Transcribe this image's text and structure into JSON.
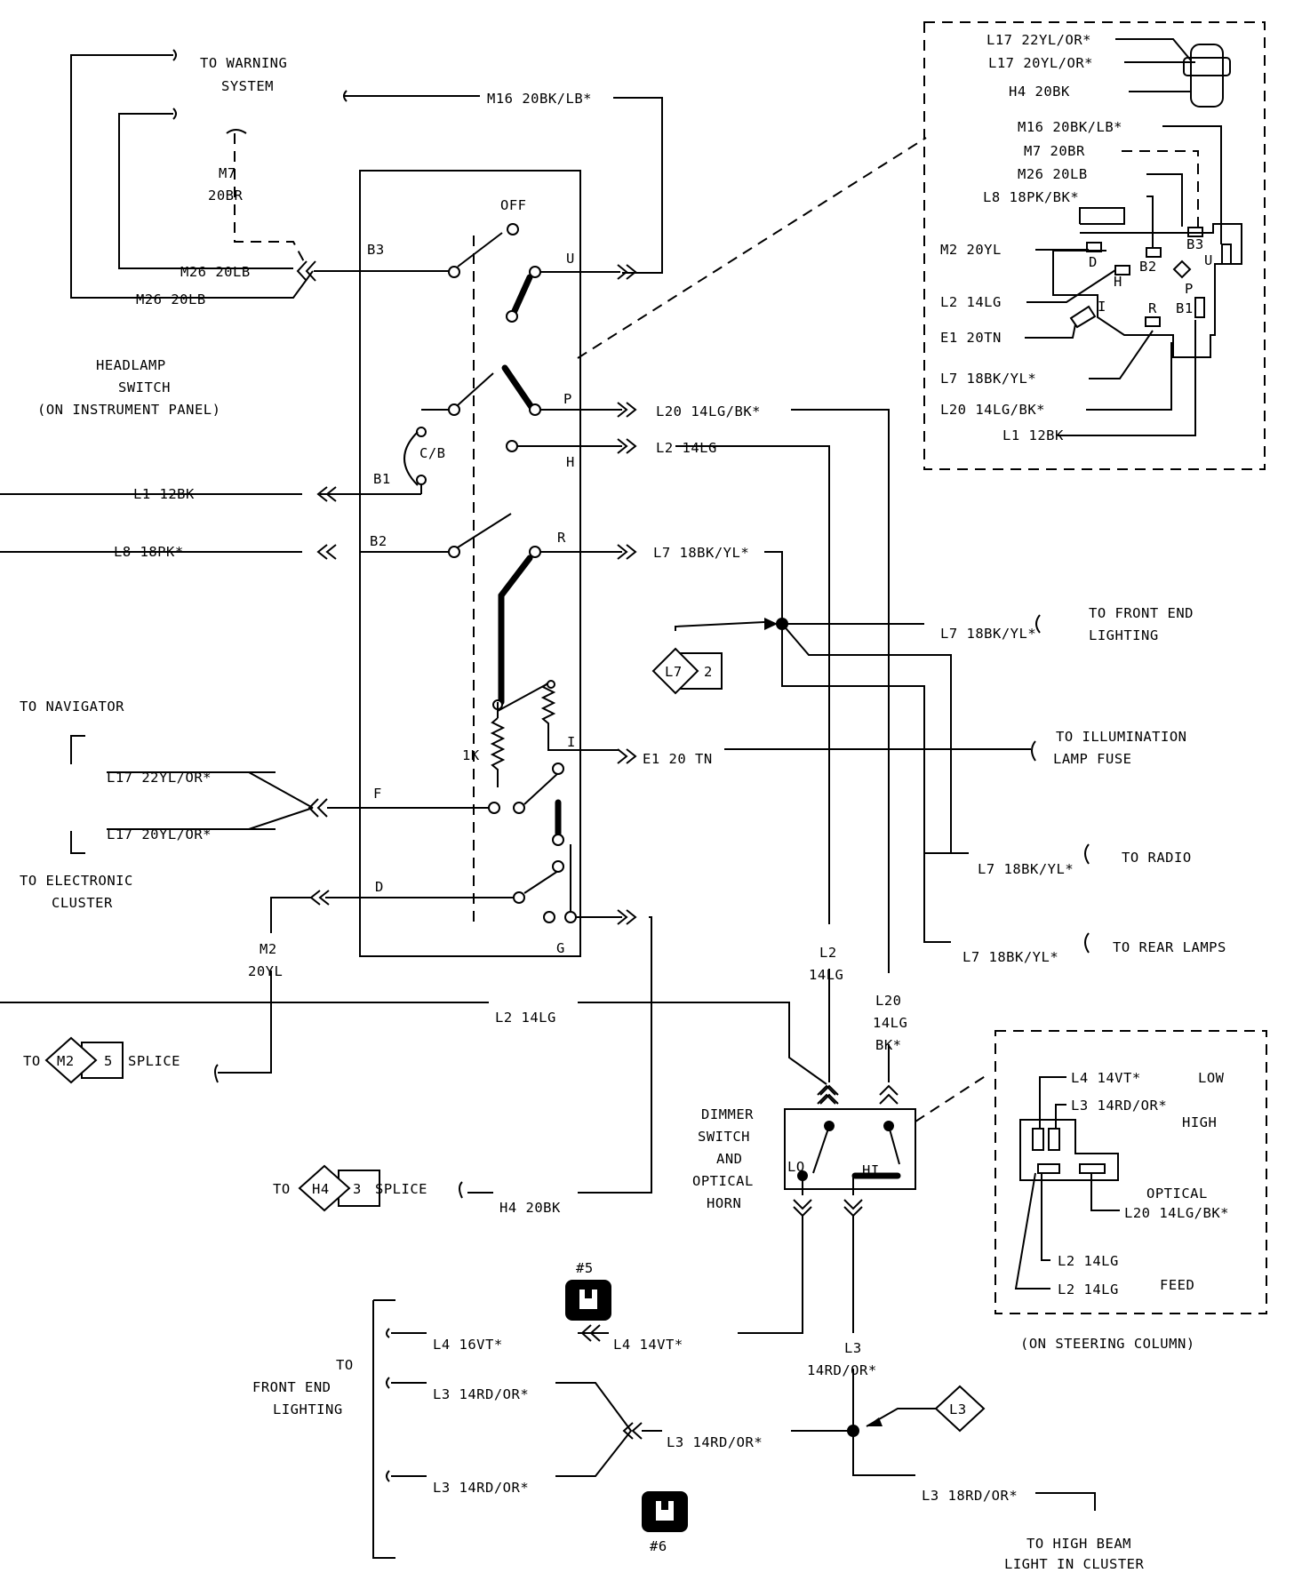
{
  "labels": {
    "to_warning": "TO WARNING",
    "system": "SYSTEM",
    "m16_top": "M16 20BK/LB*",
    "m7": "M7",
    "m7_gauge": "20BR",
    "m26_a": "M26 20LB",
    "m26_b": "M26 20LB",
    "hs_1": "HEADLAMP",
    "hs_2": "SWITCH",
    "hs_3": "(ON INSTRUMENT PANEL)",
    "pin_b3": "B3",
    "pin_u": "U",
    "pin_off": "OFF",
    "pin_p": "P",
    "pin_h": "H",
    "cb": "C/B",
    "pin_b1": "B1",
    "pin_b2": "B2",
    "pin_r": "R",
    "pin_i": "I",
    "pin_f": "F",
    "pin_d": "D",
    "pin_g": "G",
    "res_1k": "1K",
    "l1_12bk": "L1 12BK",
    "l8_18pk": "L8 18PK*",
    "l20_a": "L20 14LG/BK*",
    "l2_a": "L2 14LG",
    "l7_a": "L7 18BK/YL*",
    "l7_b": "L7 18BK/YL*",
    "to_front_end": "TO FRONT END",
    "lighting": "LIGHTING",
    "l7_badge": "L7",
    "l7_badge_n": "2",
    "to_illum": "TO ILLUMINATION",
    "lamp_fuse": "LAMP FUSE",
    "e1": "E1 20 TN",
    "to_navigator": "TO NAVIGATOR",
    "l17_a": "L17 22YL/OR*",
    "l17_b": "L17 20YL/OR*",
    "to_electronic": "TO ELECTRONIC",
    "cluster": "CLUSTER",
    "l7_radio": "L7 18BK/YL*",
    "to_radio": "TO RADIO",
    "l7_rear": "L7 18BK/YL*",
    "to_rear": "TO REAR LAMPS",
    "m2": "M2",
    "m2_gauge": "20YL",
    "l2_long": "L2 14LG",
    "to_m2": "TO",
    "m2_badge": "M2",
    "m2_badge_n": "5",
    "splice_1": "SPLICE",
    "l2_vert": "L2",
    "l2_vert_g": "14LG",
    "l20_vert": "L20",
    "l20_vert_g": "14LG",
    "l20_vert_c": "BK*",
    "dim_1": "DIMMER",
    "dim_2": "SWITCH",
    "dim_3": "AND",
    "dim_4": "OPTICAL",
    "dim_5": "HORN",
    "lo": "LO",
    "hi": "HI",
    "to_h4": "TO",
    "h4_badge": "H4",
    "h4_badge_n": "3",
    "splice_2": "SPLICE",
    "h4_wire": "H4 20BK",
    "conn5": "#5",
    "conn6": "#6",
    "l4_16": "L4 16VT*",
    "l4_14": "L4 14VT*",
    "to_fe_1": "TO",
    "to_fe_2": "FRONT END",
    "to_fe_3": "LIGHTING",
    "l3_vert": "L3",
    "l3_vert_g": "14RD/OR*",
    "l3_a": "L3 14RD/OR*",
    "l3_b": "L3 14RD/OR*",
    "l3_c": "L3 14RD/OR*",
    "l3_badge": "L3",
    "l3_18": "L3 18RD/OR*",
    "to_hb_1": "TO HIGH BEAM",
    "to_hb_2": "LIGHT IN CLUSTER",
    "inset_top": {
      "l17_22": "L17 22YL/OR*",
      "l17_20": "L17 20YL/OR*",
      "h4": "H4 20BK",
      "m16": "M16 20BK/LB*",
      "m7": "M7 20BR",
      "m26": "M26 20LB",
      "l8": "L8 18PK/BK*",
      "m2": "M2 20YL",
      "l2": "L2 14LG",
      "e1": "E1 20TN",
      "l7": "L7 18BK/YL*",
      "l20": "L20 14LG/BK*",
      "l1": "L1 12BK",
      "p_d": "D",
      "p_h": "H",
      "p_b2": "B2",
      "p_b3": "B3",
      "p_u": "U",
      "p_i": "I",
      "p_r": "R",
      "p_p": "P",
      "p_b1": "B1"
    },
    "inset_bottom": {
      "l4": "L4 14VT*",
      "low": "LOW",
      "l3": "L3 14RD/OR*",
      "high": "HIGH",
      "optical": "OPTICAL",
      "l20": "L20 14LG/BK*",
      "l2_a": "L2 14LG",
      "l2_b": "L2 14LG",
      "feed": "FEED",
      "steering": "(ON STEERING COLUMN)"
    }
  }
}
